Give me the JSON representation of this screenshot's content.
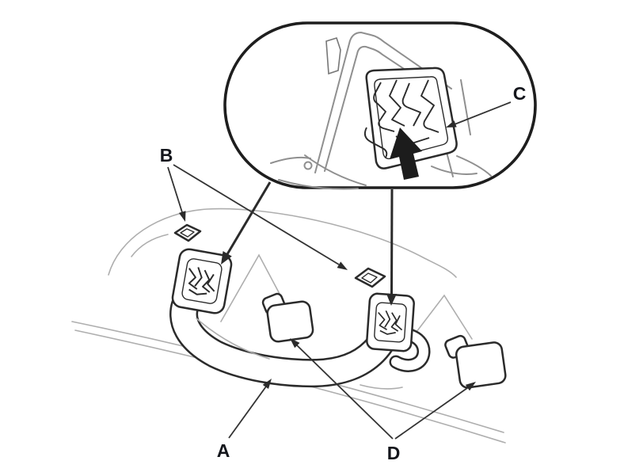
{
  "diagram": {
    "background_color": "#ffffff",
    "ink_color": "#2b2b2b",
    "contour_color": "#aeaeae",
    "label_color": "#14161c",
    "labels": {
      "a": "A",
      "b": "B",
      "c": "C",
      "d": "D"
    },
    "callouts": [
      {
        "id": "A",
        "label": "A",
        "arrow_count": 1
      },
      {
        "id": "B",
        "label": "B",
        "arrow_count": 2
      },
      {
        "id": "C",
        "label": "C",
        "arrow_count": 1
      },
      {
        "id": "D",
        "label": "D",
        "arrow_count": 2
      }
    ]
  }
}
